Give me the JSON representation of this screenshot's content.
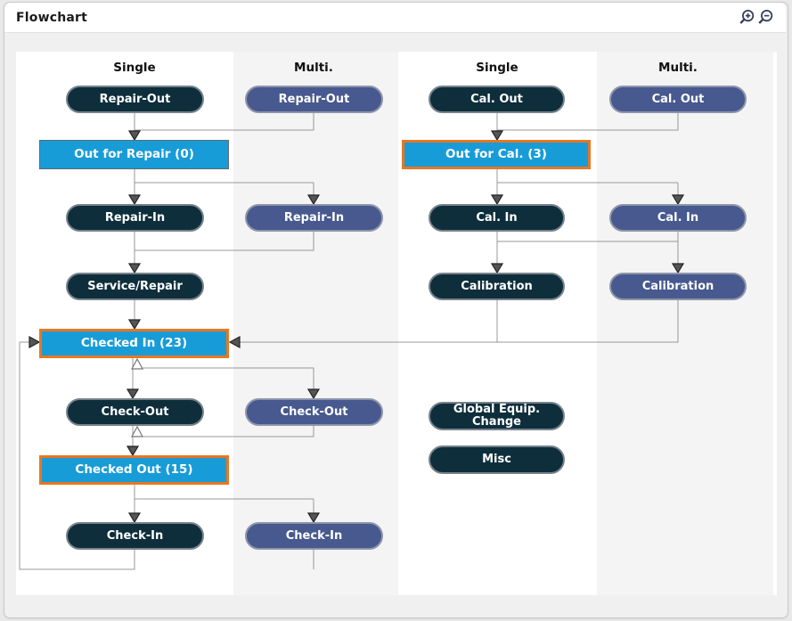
{
  "window": {
    "title": "Flowchart"
  },
  "toolbar": {
    "zoom_in_icon": "zoom-in-magnifier-plus",
    "zoom_out_icon": "zoom-out-magnifier-minus"
  },
  "colors": {
    "status_blue": "#189cd8",
    "single_node_dark": "#0e2e3c",
    "multi_node_blue": "#47598e",
    "highlight_border_orange": "#e87722",
    "connector_gray": "#999999"
  },
  "flowchart": {
    "left": {
      "columns": {
        "single": "Single",
        "multi": "Multi."
      },
      "nodes": {
        "repair_out_s": "Repair-Out",
        "repair_out_m": "Repair-Out",
        "out_for_repair": "Out for Repair (0)",
        "repair_in_s": "Repair-In",
        "repair_in_m": "Repair-In",
        "service_repair": "Service/Repair",
        "checked_in": "Checked In (23)",
        "check_out_s": "Check-Out",
        "check_out_m": "Check-Out",
        "checked_out": "Checked Out (15)",
        "check_in_s": "Check-In",
        "check_in_m": "Check-In"
      },
      "counts": {
        "out_for_repair": 0,
        "checked_in": 23,
        "checked_out": 15
      }
    },
    "right": {
      "columns": {
        "single": "Single",
        "multi": "Multi."
      },
      "nodes": {
        "cal_out_s": "Cal. Out",
        "cal_out_m": "Cal. Out",
        "out_for_cal": "Out for Cal. (3)",
        "cal_in_s": "Cal. In",
        "cal_in_m": "Cal. In",
        "calibration_s": "Calibration",
        "calibration_m": "Calibration",
        "global_equip_change": "Global Equip. Change",
        "misc": "Misc"
      },
      "counts": {
        "out_for_cal": 3
      }
    }
  }
}
